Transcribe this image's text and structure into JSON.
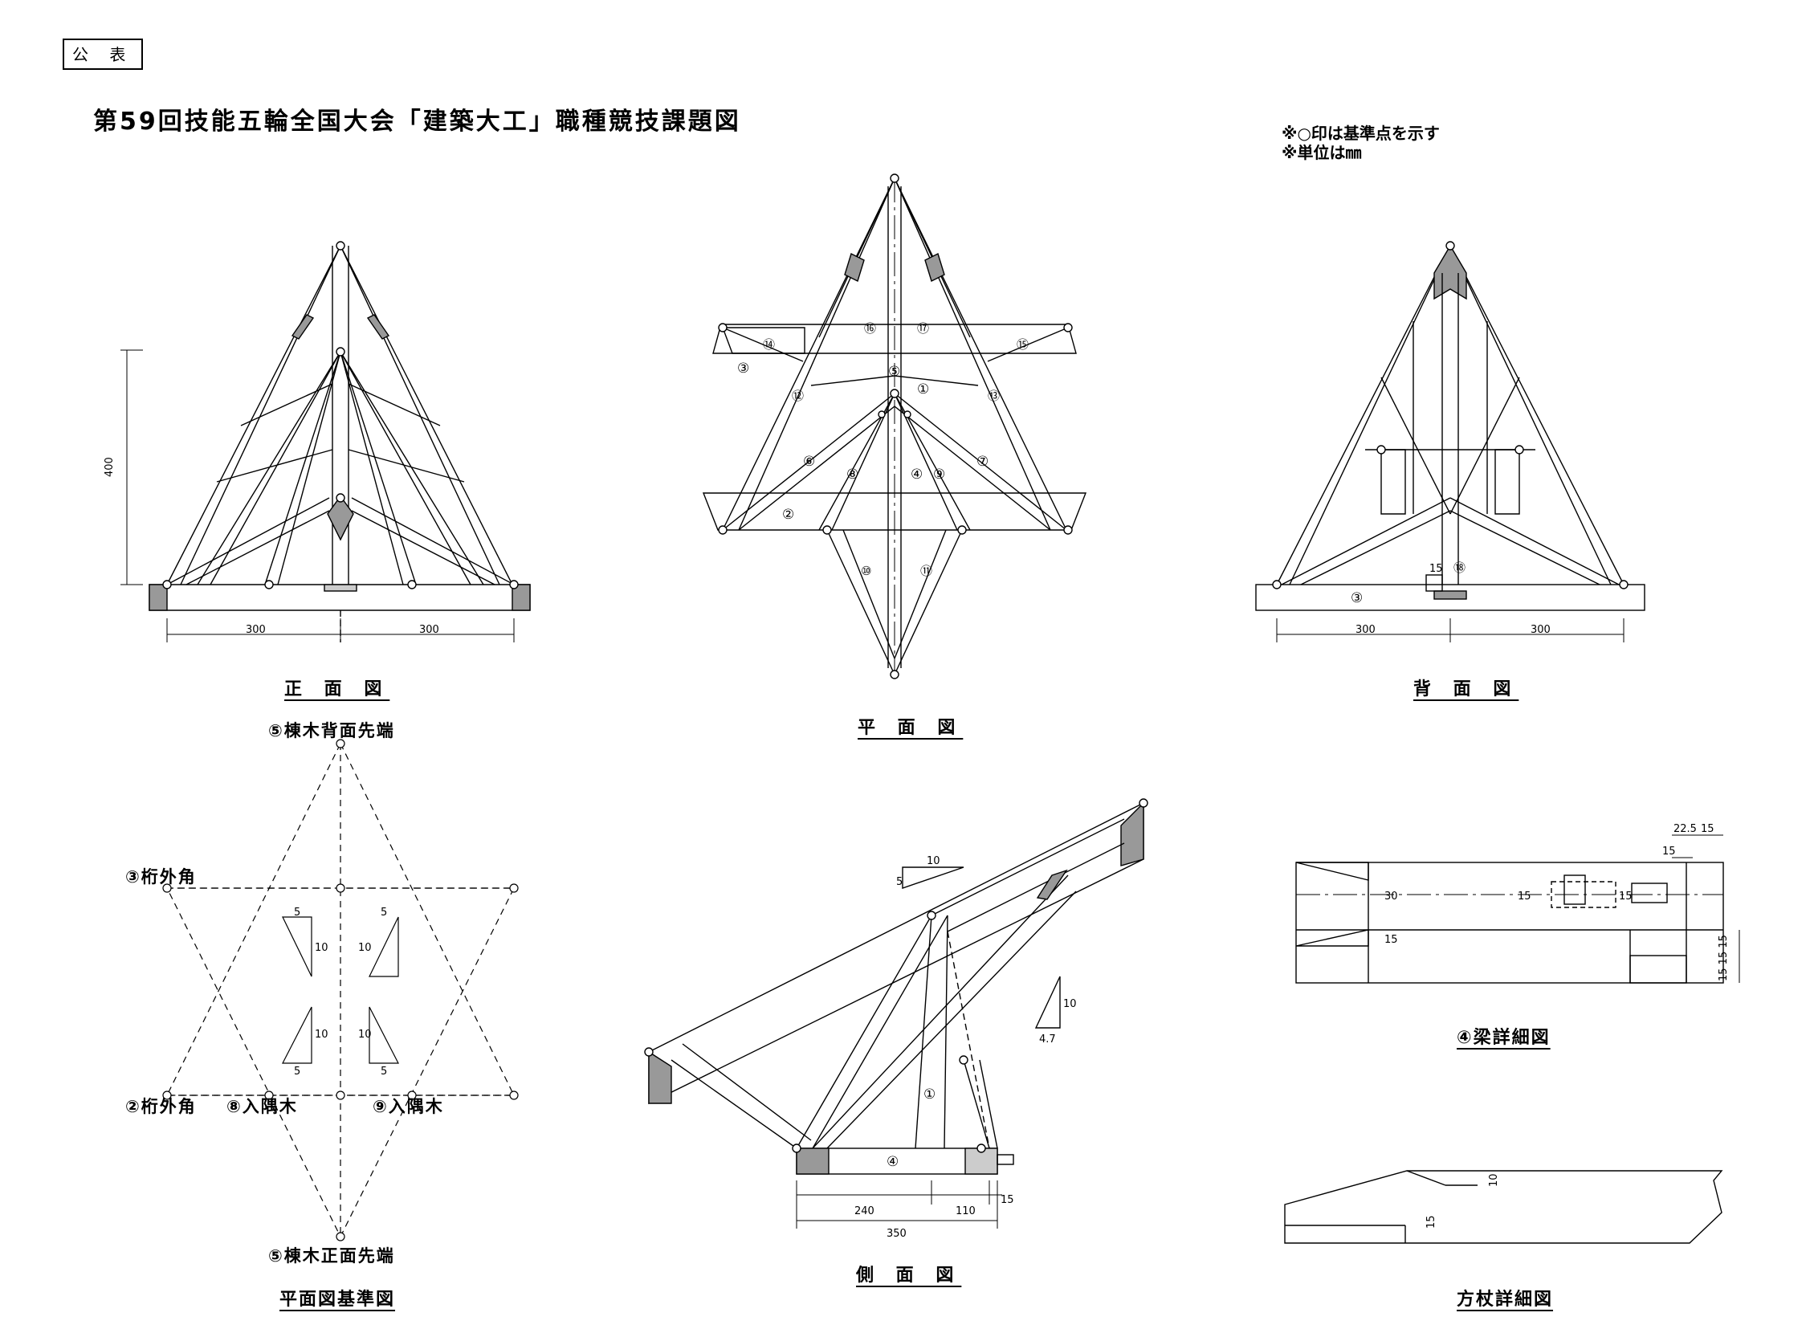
{
  "header": {
    "stamp": "公 表",
    "title": "第59回技能五輪全国大会「建築大工」職種競技課題図",
    "note_1": "※○印は基準点を示す",
    "note_2": "※単位は㎜"
  },
  "views": {
    "front": "正 面 図",
    "plan": "平 面 図",
    "back": "背 面 図",
    "plan_reference": "平面図基準図",
    "side": "側 面 図",
    "beam_detail": "④梁詳細図",
    "post_detail": "方杖詳細図"
  },
  "front_view": {
    "height": "400",
    "left_span": "300",
    "right_span": "300"
  },
  "back_view": {
    "left_span": "300",
    "right_span": "300",
    "post_dim": "15",
    "part_18": "⑱",
    "part_3": "③"
  },
  "plan_view": {
    "parts": [
      "③",
      "⑭",
      "⑮",
      "⑯",
      "⑰",
      "⑤",
      "①",
      "⑫",
      "⑬",
      "⑥",
      "⑦",
      "⑧",
      "④",
      "⑨",
      "②",
      "⑩",
      "⑪"
    ]
  },
  "plan_reference": {
    "top_point": "⑤棟木背面先端",
    "upper_left": "③桁外角",
    "lower_left": "②桁外角",
    "hip_8": "⑧入隅木",
    "hip_9": "⑨入隅木",
    "bottom_point": "⑤棟木正面先端",
    "slope_a": "5",
    "slope_b": "10"
  },
  "side_view": {
    "dim_240": "240",
    "dim_110": "110",
    "dim_15": "15",
    "dim_350": "350",
    "slope_10": "10",
    "slope_5": "5",
    "slope_47": "4.7",
    "part_1": "①",
    "part_4": "④"
  },
  "beam_detail": {
    "d225": "22.5",
    "d15a": "15",
    "d15b": "15",
    "d30": "30",
    "d15c": "15",
    "d15d": "15",
    "d15e": "15",
    "d15f": "15 15 15"
  },
  "post_detail": {
    "d10": "10",
    "d15": "15"
  }
}
